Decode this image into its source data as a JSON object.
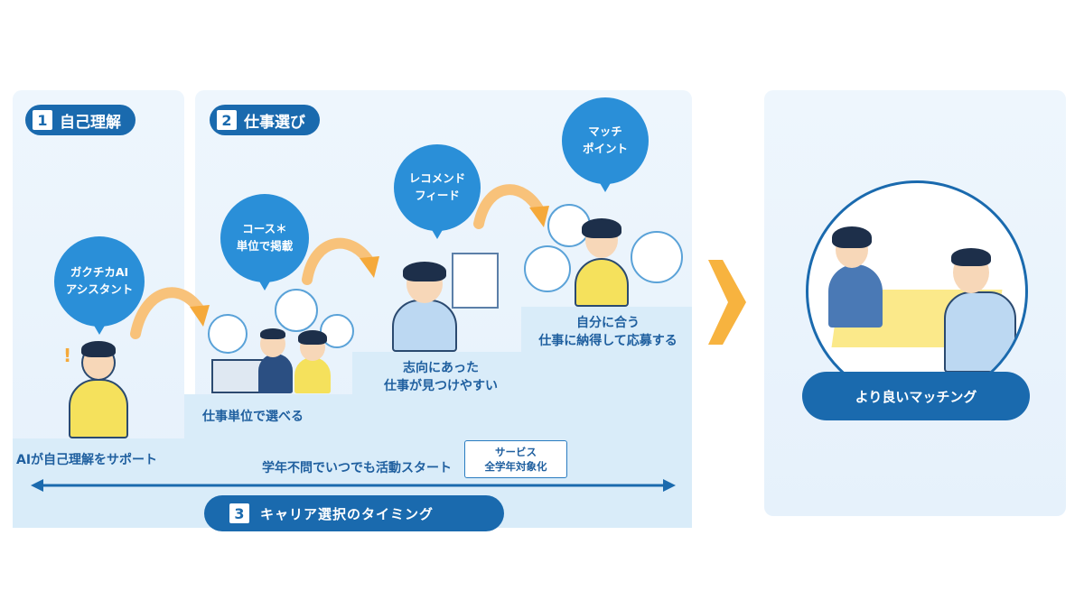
{
  "steps": {
    "s1": {
      "num": "1",
      "title": "自己理解"
    },
    "s2": {
      "num": "2",
      "title": "仕事選び"
    },
    "s3": {
      "num": "3",
      "title": "キャリア選択のタイミング"
    }
  },
  "bubbles": {
    "gakuchika": "ガクチカAI\nアシスタント",
    "course": "コース＊\n単位で掲載",
    "recommend": "レコメンド\nフィード",
    "match": "マッチ\nポイント"
  },
  "labels": {
    "ai_support": "AIが自己理解をサポート",
    "job_unit": "仕事単位で選べる",
    "easy_find": "志向にあった\n仕事が見つけやすい",
    "apply": "自分に合う\n仕事に納得して応募する",
    "anytime": "学年不問でいつでも活動スタート",
    "service_note": "サービス\n全学年対象化",
    "exclaim": "!"
  },
  "result": {
    "label": "より良いマッチング"
  },
  "colors": {
    "primary": "#1a6aae",
    "bubble": "#2a8fd8",
    "arrow": "#f5a93a",
    "panel": "#e8f3fc"
  }
}
